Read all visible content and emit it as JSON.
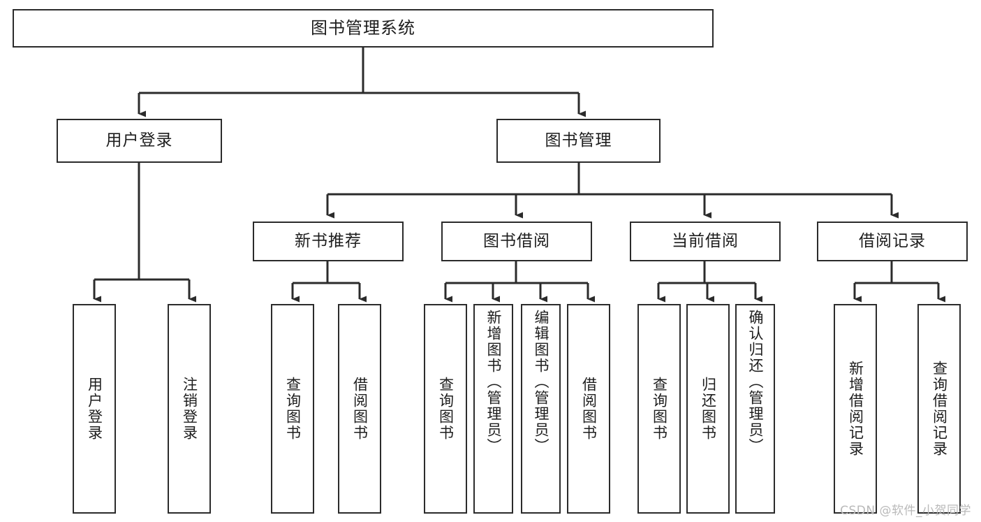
{
  "diagram": {
    "title": "图书管理系统",
    "type": "tree",
    "watermark": "CSDN @软件_小贺同学",
    "colors": {
      "box_stroke": "#2b2b2b",
      "box_fill": "#ffffff",
      "edge_stroke": "#2b2b2b",
      "text": "#1d1d1d",
      "watermark": "#b9b9b9",
      "background": "#ffffff"
    },
    "levels": {
      "root": {
        "label": "图书管理系统"
      },
      "level2": [
        {
          "id": "user-login",
          "label": "用户登录"
        },
        {
          "id": "book-manage",
          "label": "图书管理"
        }
      ],
      "level3": [
        {
          "id": "new-book-recommend",
          "label": "新书推荐"
        },
        {
          "id": "book-borrow",
          "label": "图书借阅"
        },
        {
          "id": "current-borrow",
          "label": "当前借阅"
        },
        {
          "id": "borrow-record",
          "label": "借阅记录"
        }
      ],
      "leaves": [
        {
          "id": "leaf-user-login",
          "label": "用户登录",
          "parent": "user-login"
        },
        {
          "id": "leaf-logout-login",
          "label": "注销登录",
          "parent": "user-login"
        },
        {
          "id": "leaf-query-book-1",
          "label": "查询图书",
          "parent": "new-book-recommend"
        },
        {
          "id": "leaf-borrow-book-1",
          "label": "借阅图书",
          "parent": "new-book-recommend"
        },
        {
          "id": "leaf-query-book-2",
          "label": "查询图书",
          "parent": "book-borrow"
        },
        {
          "id": "leaf-add-book",
          "label": "新增图书（管理员）",
          "parent": "book-borrow"
        },
        {
          "id": "leaf-edit-book",
          "label": "编辑图书（管理员）",
          "parent": "book-borrow"
        },
        {
          "id": "leaf-borrow-book-2",
          "label": "借阅图书",
          "parent": "book-borrow"
        },
        {
          "id": "leaf-query-book-3",
          "label": "查询图书",
          "parent": "current-borrow"
        },
        {
          "id": "leaf-return-book",
          "label": "归还图书",
          "parent": "current-borrow"
        },
        {
          "id": "leaf-confirm-return",
          "label": "确认归还（管理员）",
          "parent": "current-borrow"
        },
        {
          "id": "leaf-add-record",
          "label": "新增借阅记录",
          "parent": "borrow-record"
        },
        {
          "id": "leaf-query-record",
          "label": "查询借阅记录",
          "parent": "borrow-record"
        }
      ]
    }
  }
}
